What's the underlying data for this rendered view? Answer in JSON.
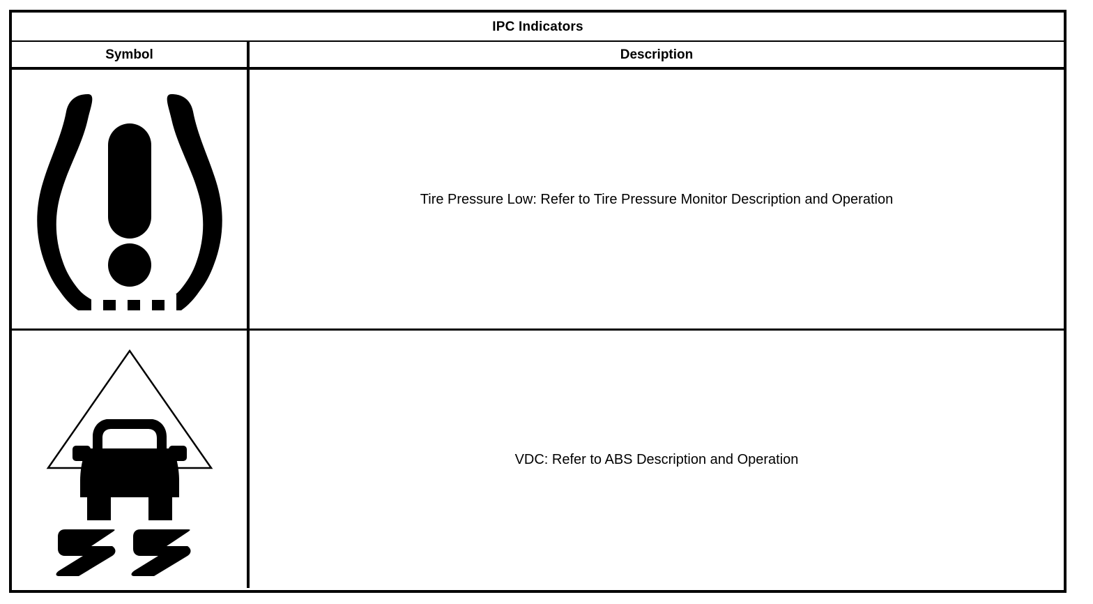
{
  "table": {
    "title": "IPC Indicators",
    "columns": [
      {
        "id": "symbol",
        "label": "Symbol"
      },
      {
        "id": "description",
        "label": "Description"
      }
    ],
    "rows": [
      {
        "symbol_icon": "tire-pressure-low-icon",
        "symbol_alt": "Deflated tire cross-section with exclamation mark",
        "description": "Tire Pressure Low: Refer to Tire Pressure Monitor Description and Operation"
      },
      {
        "symbol_icon": "vdc-skid-icon",
        "symbol_alt": "Warning triangle with car over skid marks",
        "description": "VDC: Refer to ABS Description and Operation"
      }
    ]
  },
  "colors": {
    "ink": "#000000",
    "paper": "#ffffff"
  }
}
